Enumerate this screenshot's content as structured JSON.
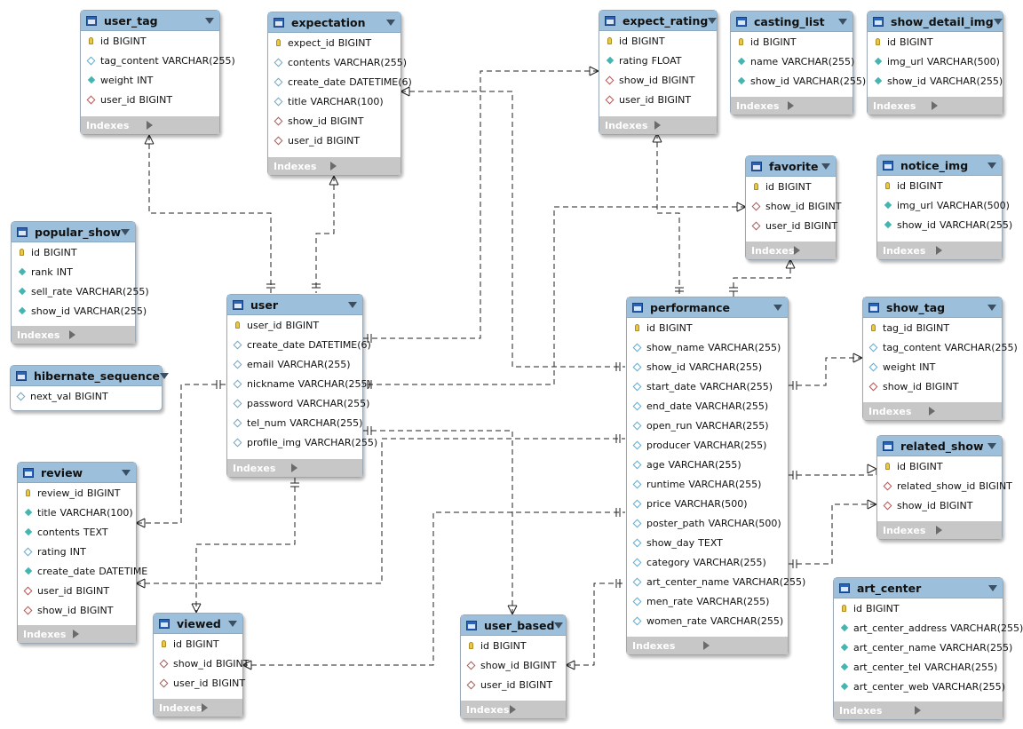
{
  "indexes_label": "Indexes",
  "tables": [
    {
      "id": "user_tag",
      "name": "user_tag",
      "cols": [
        [
          "pk",
          "id",
          "BIGINT"
        ],
        [
          "plain",
          "tag_content",
          "VARCHAR(255)"
        ],
        [
          "nn",
          "weight",
          "INT"
        ],
        [
          "fk",
          "user_id",
          "BIGINT"
        ]
      ]
    },
    {
      "id": "expectation",
      "name": "expectation",
      "cols": [
        [
          "pk",
          "expect_id",
          "BIGINT"
        ],
        [
          "plain",
          "contents",
          "VARCHAR(255)"
        ],
        [
          "plain",
          "create_date",
          "DATETIME(6)"
        ],
        [
          "plain",
          "title",
          "VARCHAR(100)"
        ],
        [
          "fk",
          "show_id",
          "BIGINT"
        ],
        [
          "fk",
          "user_id",
          "BIGINT"
        ]
      ]
    },
    {
      "id": "expect_rating",
      "name": "expect_rating",
      "cols": [
        [
          "pk",
          "id",
          "BIGINT"
        ],
        [
          "nn",
          "rating",
          "FLOAT"
        ],
        [
          "fk",
          "show_id",
          "BIGINT"
        ],
        [
          "fk",
          "user_id",
          "BIGINT"
        ]
      ]
    },
    {
      "id": "casting_list",
      "name": "casting_list",
      "cols": [
        [
          "pk",
          "id",
          "BIGINT"
        ],
        [
          "nn",
          "name",
          "VARCHAR(255)"
        ],
        [
          "nn",
          "show_id",
          "VARCHAR(255)"
        ]
      ]
    },
    {
      "id": "show_detail_img",
      "name": "show_detail_img",
      "cols": [
        [
          "pk",
          "id",
          "BIGINT"
        ],
        [
          "nn",
          "img_url",
          "VARCHAR(500)"
        ],
        [
          "nn",
          "show_id",
          "VARCHAR(255)"
        ]
      ]
    },
    {
      "id": "favorite",
      "name": "favorite",
      "cols": [
        [
          "pk",
          "id",
          "BIGINT"
        ],
        [
          "fk",
          "show_id",
          "BIGINT"
        ],
        [
          "fk",
          "user_id",
          "BIGINT"
        ]
      ]
    },
    {
      "id": "notice_img",
      "name": "notice_img",
      "cols": [
        [
          "pk",
          "id",
          "BIGINT"
        ],
        [
          "nn",
          "img_url",
          "VARCHAR(500)"
        ],
        [
          "nn",
          "show_id",
          "VARCHAR(255)"
        ]
      ]
    },
    {
      "id": "popular_show",
      "name": "popular_show",
      "cols": [
        [
          "pk",
          "id",
          "BIGINT"
        ],
        [
          "nn",
          "rank",
          "INT"
        ],
        [
          "nn",
          "sell_rate",
          "VARCHAR(255)"
        ],
        [
          "nn",
          "show_id",
          "VARCHAR(255)"
        ]
      ]
    },
    {
      "id": "hibernate_sequence",
      "name": "hibernate_sequence",
      "cols": [
        [
          "plain",
          "next_val",
          "BIGINT"
        ]
      ],
      "noindex": true
    },
    {
      "id": "user",
      "name": "user",
      "cols": [
        [
          "pk",
          "user_id",
          "BIGINT"
        ],
        [
          "plain",
          "create_date",
          "DATETIME(6)"
        ],
        [
          "plain",
          "email",
          "VARCHAR(255)"
        ],
        [
          "plain",
          "nickname",
          "VARCHAR(255)"
        ],
        [
          "plain",
          "password",
          "VARCHAR(255)"
        ],
        [
          "plain",
          "tel_num",
          "VARCHAR(255)"
        ],
        [
          "plain",
          "profile_img",
          "VARCHAR(255)"
        ]
      ]
    },
    {
      "id": "performance",
      "name": "performance",
      "cols": [
        [
          "pk",
          "id",
          "BIGINT"
        ],
        [
          "plain",
          "show_name",
          "VARCHAR(255)"
        ],
        [
          "plain",
          "show_id",
          "VARCHAR(255)"
        ],
        [
          "plain",
          "start_date",
          "VARCHAR(255)"
        ],
        [
          "plain",
          "end_date",
          "VARCHAR(255)"
        ],
        [
          "plain",
          "open_run",
          "VARCHAR(255)"
        ],
        [
          "plain",
          "producer",
          "VARCHAR(255)"
        ],
        [
          "plain",
          "age",
          "VARCHAR(255)"
        ],
        [
          "plain",
          "runtime",
          "VARCHAR(255)"
        ],
        [
          "plain",
          "price",
          "VARCHAR(500)"
        ],
        [
          "plain",
          "poster_path",
          "VARCHAR(500)"
        ],
        [
          "plain",
          "show_day",
          "TEXT"
        ],
        [
          "plain",
          "category",
          "VARCHAR(255)"
        ],
        [
          "plain",
          "art_center_name",
          "VARCHAR(255)"
        ],
        [
          "plain",
          "men_rate",
          "VARCHAR(255)"
        ],
        [
          "plain",
          "women_rate",
          "VARCHAR(255)"
        ]
      ]
    },
    {
      "id": "show_tag",
      "name": "show_tag",
      "cols": [
        [
          "pk",
          "tag_id",
          "BIGINT"
        ],
        [
          "plain",
          "tag_content",
          "VARCHAR(255)"
        ],
        [
          "plain",
          "weight",
          "INT"
        ],
        [
          "fk",
          "show_id",
          "BIGINT"
        ]
      ]
    },
    {
      "id": "related_show",
      "name": "related_show",
      "cols": [
        [
          "pk",
          "id",
          "BIGINT"
        ],
        [
          "fk",
          "related_show_id",
          "BIGINT"
        ],
        [
          "fk",
          "show_id",
          "BIGINT"
        ]
      ]
    },
    {
      "id": "review",
      "name": "review",
      "cols": [
        [
          "pk",
          "review_id",
          "BIGINT"
        ],
        [
          "nn",
          "title",
          "VARCHAR(100)"
        ],
        [
          "nn",
          "contents",
          "TEXT"
        ],
        [
          "plain",
          "rating",
          "INT"
        ],
        [
          "nn",
          "create_date",
          "DATETIME"
        ],
        [
          "fk",
          "user_id",
          "BIGINT"
        ],
        [
          "fk",
          "show_id",
          "BIGINT"
        ]
      ]
    },
    {
      "id": "viewed",
      "name": "viewed",
      "cols": [
        [
          "pk",
          "id",
          "BIGINT"
        ],
        [
          "fk",
          "show_id",
          "BIGINT"
        ],
        [
          "fk",
          "user_id",
          "BIGINT"
        ]
      ]
    },
    {
      "id": "user_based",
      "name": "user_based",
      "cols": [
        [
          "pk",
          "id",
          "BIGINT"
        ],
        [
          "fk",
          "show_id",
          "BIGINT"
        ],
        [
          "fk",
          "user_id",
          "BIGINT"
        ]
      ]
    },
    {
      "id": "art_center",
      "name": "art_center",
      "cols": [
        [
          "pk",
          "id",
          "BIGINT"
        ],
        [
          "nn",
          "art_center_address",
          "VARCHAR(255)"
        ],
        [
          "nn",
          "art_center_name",
          "VARCHAR(255)"
        ],
        [
          "nn",
          "art_center_tel",
          "VARCHAR(255)"
        ],
        [
          "nn",
          "art_center_web",
          "VARCHAR(255)"
        ]
      ]
    }
  ]
}
